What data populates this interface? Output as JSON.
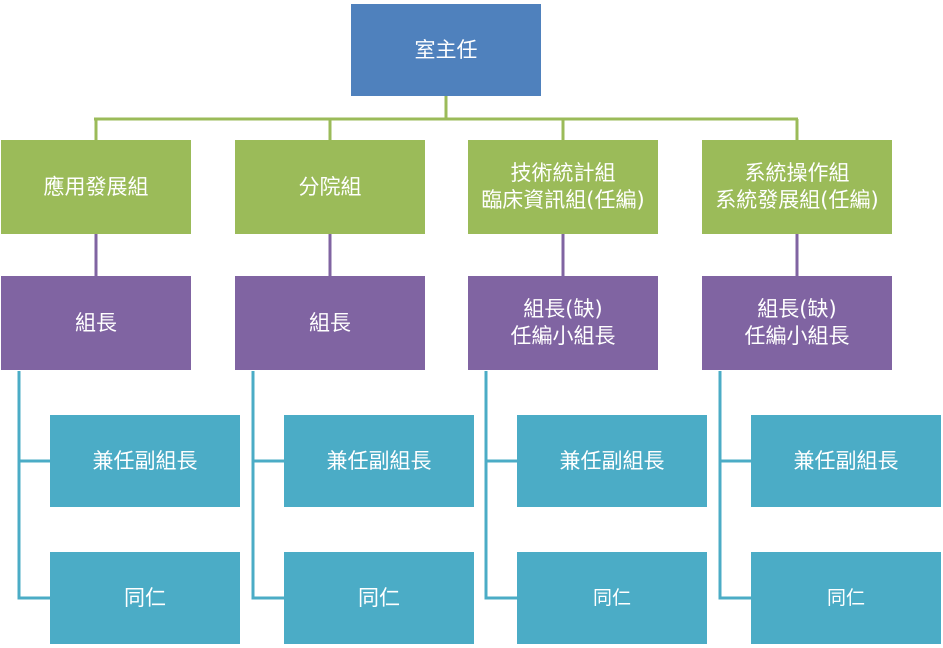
{
  "colors": {
    "top": "#4f81bd",
    "group": "#9bbb59",
    "leader": "#8064a2",
    "member": "#4bacc6"
  },
  "root": {
    "label": "室主任"
  },
  "groups": [
    {
      "lines": [
        "應用發展組"
      ],
      "leader_lines": [
        "組長"
      ],
      "deputy": "兼任副組長",
      "staff": "同仁"
    },
    {
      "lines": [
        "分院組"
      ],
      "leader_lines": [
        "組長"
      ],
      "deputy": "兼任副組長",
      "staff": "同仁"
    },
    {
      "lines": [
        "技術統計組",
        "臨床資訊組(任編)"
      ],
      "leader_lines": [
        "組長(缺)",
        "任編小組長"
      ],
      "deputy": "兼任副組長",
      "staff": "同仁"
    },
    {
      "lines": [
        "系統操作組",
        "系統發展組(任編)"
      ],
      "leader_lines": [
        "組長(缺)",
        "任編小組長"
      ],
      "deputy": "兼任副組長",
      "staff": "同仁"
    }
  ]
}
